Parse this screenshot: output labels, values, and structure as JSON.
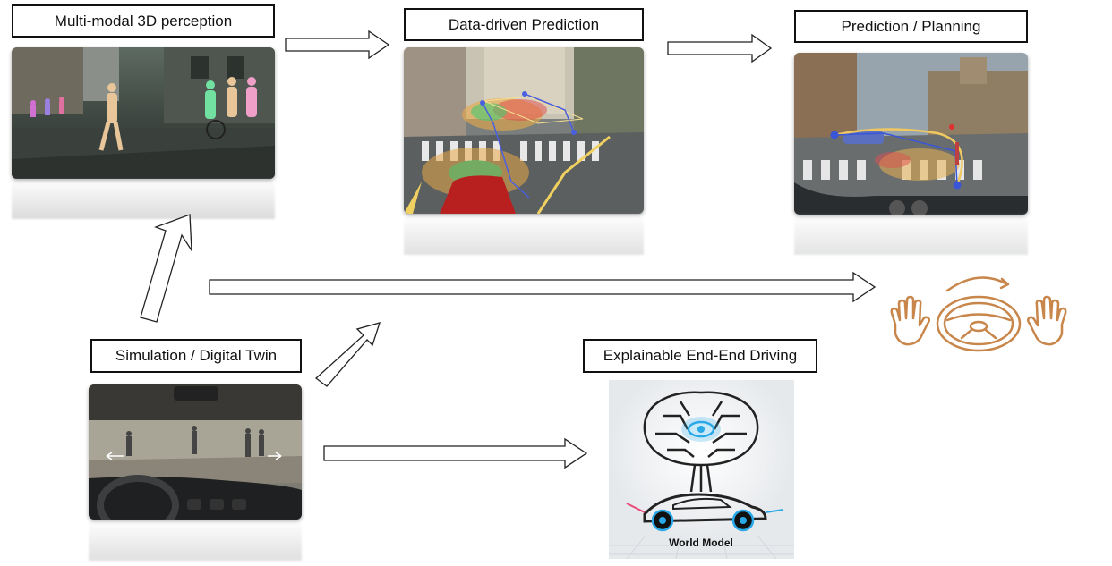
{
  "nodes": {
    "perception": "Multi-modal 3D perception",
    "prediction": "Data-driven Prediction",
    "planning": "Prediction / Planning",
    "simulation": "Simulation / Digital Twin",
    "explainable": "Explainable End-End Driving"
  },
  "world_model_caption": "World Model",
  "colors": {
    "steering_icon": "#c8864a",
    "arrow_stroke": "#222222"
  }
}
